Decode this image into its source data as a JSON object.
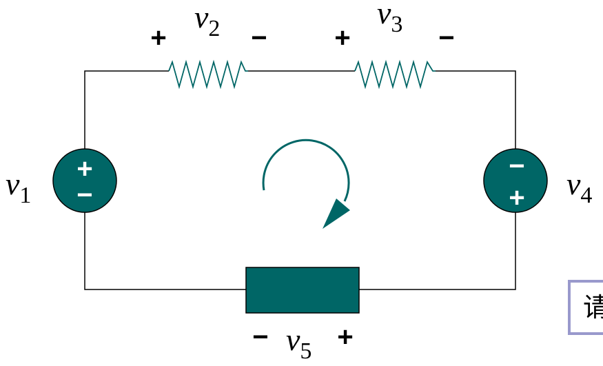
{
  "colors": {
    "component": "#006666",
    "wire": "#000000",
    "hint_border": "#9999cc"
  },
  "labels": {
    "v1": {
      "base": "v",
      "sub": "1",
      "top_sign": "+",
      "bottom_sign": "−"
    },
    "v2": {
      "base": "v",
      "sub": "2",
      "left_sign": "+",
      "right_sign": "−"
    },
    "v3": {
      "base": "v",
      "sub": "3",
      "left_sign": "+",
      "right_sign": "−"
    },
    "v4": {
      "base": "v",
      "sub": "4",
      "top_sign": "−",
      "bottom_sign": "+"
    },
    "v5": {
      "base": "v",
      "sub": "5",
      "left_sign": "−",
      "right_sign": "+"
    }
  },
  "hint_text": "请"
}
